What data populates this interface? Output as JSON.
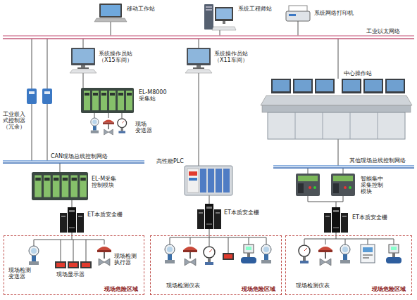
{
  "diagram": {
    "nodes": [
      {
        "text": [
          "现场危险区域"
        ]
      },
      {
        "text": [
          "现场危险区域"
        ]
      },
      {
        "text": [
          "现场危险区域"
        ]
      }
    ],
    "labels": [
      "移动工作站",
      "系统工程师站",
      "系统网络打印机",
      "工业以太网络",
      "系统操作员站 （X15车间）",
      "系统操作员站 （X11车间）",
      "中心操作站",
      "EL-M8000 采集站",
      "工业嵌入 式控制器 （冗余）",
      "现场 变送器",
      "CAN现场总线控制网络",
      "高性能PLC",
      "其他现场总线控制网络",
      "EL-M采集 控制模块",
      "智能集中 采集控制 模块",
      "ET本质安全栅",
      "ET本质安全栅",
      "ET本质安全栅",
      "现场检测 变送器",
      "现场显示器",
      "现场检测 执行器",
      "现场检测仪表",
      "现场检测仪表"
    ]
  }
}
